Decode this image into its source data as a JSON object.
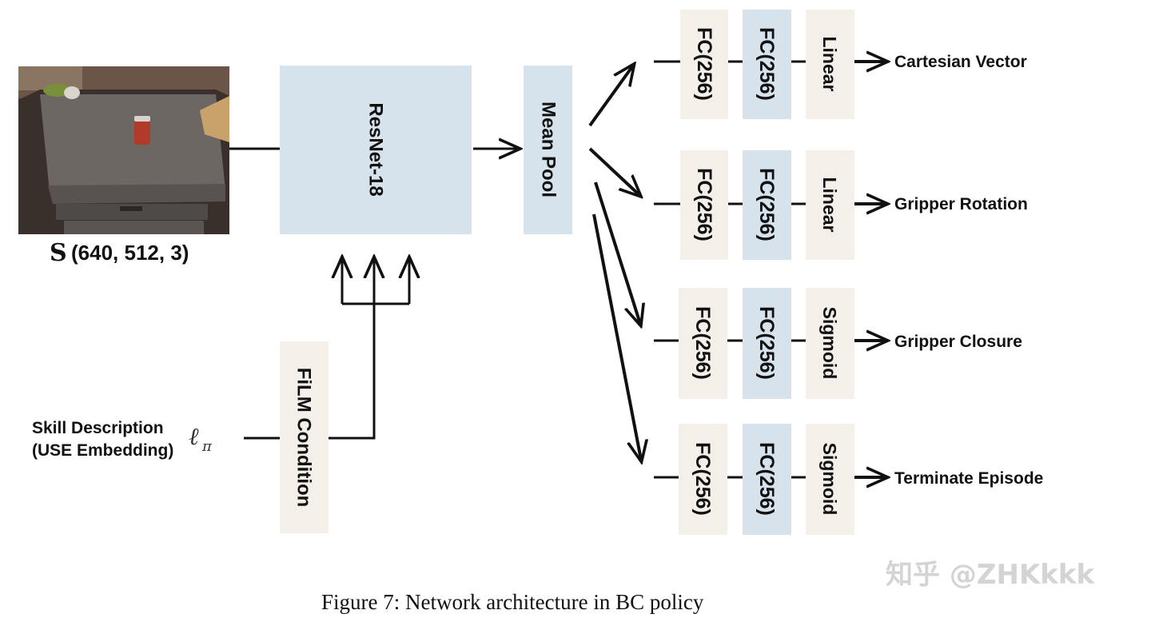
{
  "input": {
    "shape_var": "S",
    "shape": "(640, 512, 3)"
  },
  "blocks": {
    "resnet": "ResNet-18",
    "mean_pool": "Mean Pool",
    "film": "FiLM Condition"
  },
  "skill": {
    "line1": "Skill Description",
    "line2": "(USE Embedding)",
    "symbol": "ℓ",
    "symbol_sub": "π"
  },
  "heads": [
    {
      "fc1": "FC(256)",
      "fc2": "FC(256)",
      "act": "Linear",
      "output": "Cartesian Vector"
    },
    {
      "fc1": "FC(256)",
      "fc2": "FC(256)",
      "act": "Linear",
      "output": "Gripper Rotation"
    },
    {
      "fc1": "FC(256)",
      "fc2": "FC(256)",
      "act": "Sigmoid",
      "output": "Gripper Closure"
    },
    {
      "fc1": "FC(256)",
      "fc2": "FC(256)",
      "act": "Sigmoid",
      "output": "Terminate Episode"
    }
  ],
  "caption": "Figure 7: Network architecture in BC policy",
  "watermark": "知乎 @ZHKkkk",
  "colors": {
    "beige": "#f4efe8",
    "blue": "#d6e2ec",
    "line": "#111111"
  }
}
